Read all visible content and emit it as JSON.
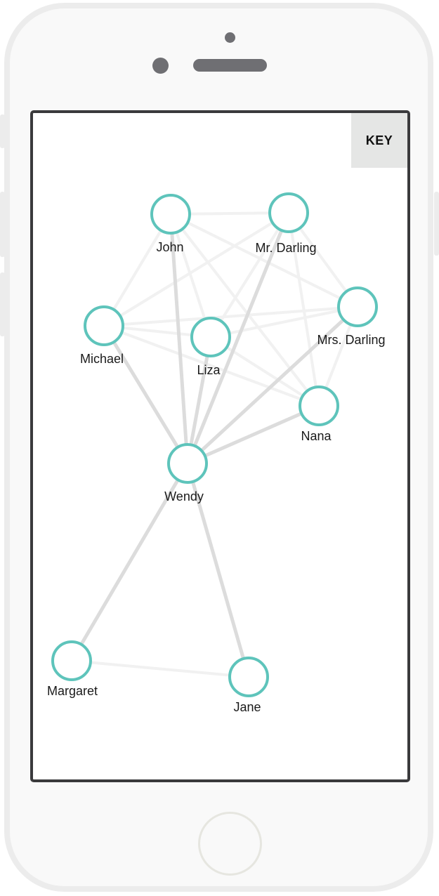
{
  "header": {
    "key_label": "KEY"
  },
  "colors": {
    "node_stroke": "#5ec4bb",
    "strong_edge": "#dcdcdc",
    "weak_edge": "#f1f1f1"
  },
  "graph": {
    "nodes": [
      {
        "id": "john",
        "label": "John"
      },
      {
        "id": "mr-darling",
        "label": "Mr. Darling"
      },
      {
        "id": "mrs-darling",
        "label": "Mrs. Darling"
      },
      {
        "id": "michael",
        "label": "Michael"
      },
      {
        "id": "liza",
        "label": "Liza"
      },
      {
        "id": "nana",
        "label": "Nana"
      },
      {
        "id": "wendy",
        "label": "Wendy"
      },
      {
        "id": "margaret",
        "label": "Margaret"
      },
      {
        "id": "jane",
        "label": "Jane"
      }
    ],
    "edges": [
      {
        "source": "wendy",
        "target": "john",
        "strength": "strong"
      },
      {
        "source": "wendy",
        "target": "mr-darling",
        "strength": "strong"
      },
      {
        "source": "wendy",
        "target": "mrs-darling",
        "strength": "strong"
      },
      {
        "source": "wendy",
        "target": "michael",
        "strength": "strong"
      },
      {
        "source": "wendy",
        "target": "liza",
        "strength": "strong"
      },
      {
        "source": "wendy",
        "target": "nana",
        "strength": "strong"
      },
      {
        "source": "wendy",
        "target": "margaret",
        "strength": "strong"
      },
      {
        "source": "wendy",
        "target": "jane",
        "strength": "strong"
      },
      {
        "source": "john",
        "target": "mr-darling",
        "strength": "weak"
      },
      {
        "source": "john",
        "target": "michael",
        "strength": "weak"
      },
      {
        "source": "john",
        "target": "mrs-darling",
        "strength": "weak"
      },
      {
        "source": "john",
        "target": "nana",
        "strength": "weak"
      },
      {
        "source": "john",
        "target": "liza",
        "strength": "weak"
      },
      {
        "source": "mr-darling",
        "target": "michael",
        "strength": "weak"
      },
      {
        "source": "mr-darling",
        "target": "mrs-darling",
        "strength": "weak"
      },
      {
        "source": "mr-darling",
        "target": "nana",
        "strength": "weak"
      },
      {
        "source": "mr-darling",
        "target": "liza",
        "strength": "weak"
      },
      {
        "source": "michael",
        "target": "mrs-darling",
        "strength": "weak"
      },
      {
        "source": "michael",
        "target": "nana",
        "strength": "weak"
      },
      {
        "source": "michael",
        "target": "liza",
        "strength": "weak"
      },
      {
        "source": "liza",
        "target": "mrs-darling",
        "strength": "weak"
      },
      {
        "source": "liza",
        "target": "nana",
        "strength": "weak"
      },
      {
        "source": "mrs-darling",
        "target": "nana",
        "strength": "weak"
      },
      {
        "source": "margaret",
        "target": "jane",
        "strength": "weak"
      }
    ]
  }
}
